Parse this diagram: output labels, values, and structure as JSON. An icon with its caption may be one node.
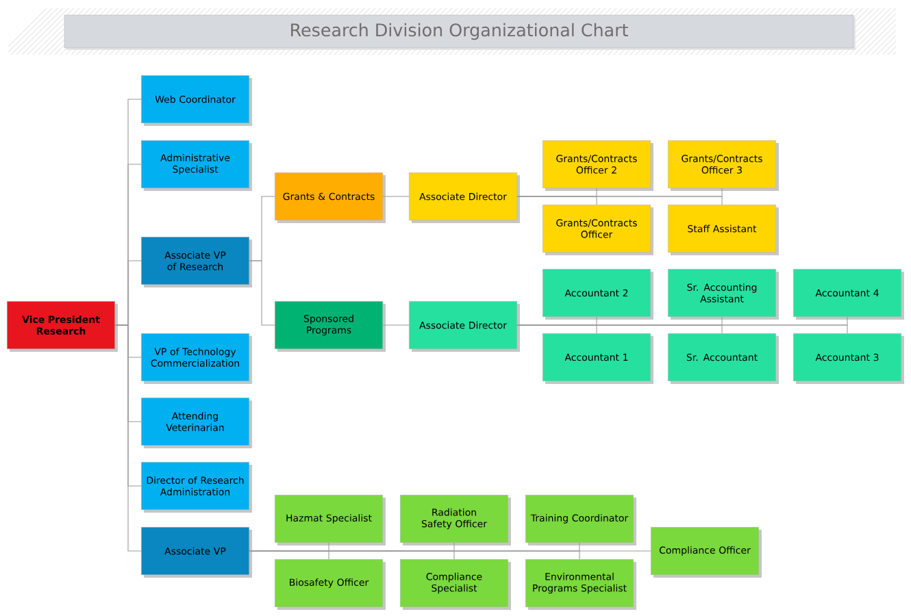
{
  "diagram": {
    "title": "Research Division Organizational Chart",
    "nodes": [
      {
        "text": [
          "Vice President Research"
        ]
      },
      {
        "text": [
          "Web Coordinator"
        ]
      },
      {
        "text": [
          "Administrative Specialist"
        ]
      },
      {
        "text": [
          "Associate VP of Research"
        ]
      },
      {
        "text": [
          "VP of Technology Commercialization"
        ]
      },
      {
        "text": [
          "Attending Veterinarian"
        ]
      },
      {
        "text": [
          "Director of Research Administration"
        ]
      },
      {
        "text": [
          "Associate VP"
        ]
      },
      {
        "text": [
          "Grants & Contracts"
        ]
      },
      {
        "text": [
          "Associate Director"
        ]
      },
      {
        "text": [
          "Grants/Contracts Officer 2"
        ]
      },
      {
        "text": [
          "Grants/Contracts Officer 3"
        ]
      },
      {
        "text": [
          "Grants/Contracts Officer"
        ]
      },
      {
        "text": [
          "Staff Assistant"
        ]
      },
      {
        "text": [
          "Sponsored Programs"
        ]
      },
      {
        "text": [
          "Associate Director"
        ]
      },
      {
        "text": [
          "Accountant 2"
        ]
      },
      {
        "text": [
          "Sr. Accounting Assistant"
        ]
      },
      {
        "text": [
          "Accountant 4"
        ]
      },
      {
        "text": [
          "Accountant 1"
        ]
      },
      {
        "text": [
          "Sr. Accountant"
        ]
      },
      {
        "text": [
          "Accountant 3"
        ]
      },
      {
        "text": [
          "Hazmat Specialist"
        ]
      },
      {
        "text": [
          "Radiation Safety Officer"
        ]
      },
      {
        "text": [
          "Training Coordinator"
        ]
      },
      {
        "text": [
          "Biosafety Officer"
        ]
      },
      {
        "text": [
          "Compliance Specialist"
        ]
      },
      {
        "text": [
          "Environmental Programs Specialist"
        ]
      },
      {
        "text": [
          "Compliance Officer"
        ]
      }
    ],
    "edges": [
      {
        "from": 0,
        "to": 1,
        "arrow": "none"
      },
      {
        "from": 0,
        "to": 2,
        "arrow": "none"
      },
      {
        "from": 0,
        "to": 3,
        "arrow": "none"
      },
      {
        "from": 0,
        "to": 4,
        "arrow": "none"
      },
      {
        "from": 0,
        "to": 5,
        "arrow": "none"
      },
      {
        "from": 0,
        "to": 6,
        "arrow": "none"
      },
      {
        "from": 0,
        "to": 7,
        "arrow": "none"
      },
      {
        "from": 3,
        "to": 8,
        "arrow": "none"
      },
      {
        "from": 3,
        "to": 14,
        "arrow": "none"
      },
      {
        "from": 8,
        "to": 9,
        "arrow": "none"
      },
      {
        "from": 9,
        "to": 10,
        "arrow": "none"
      },
      {
        "from": 9,
        "to": 11,
        "arrow": "none"
      },
      {
        "from": 9,
        "to": 12,
        "arrow": "none"
      },
      {
        "from": 9,
        "to": 13,
        "arrow": "none"
      },
      {
        "from": 14,
        "to": 15,
        "arrow": "none"
      },
      {
        "from": 15,
        "to": 16,
        "arrow": "none"
      },
      {
        "from": 15,
        "to": 17,
        "arrow": "none"
      },
      {
        "from": 15,
        "to": 18,
        "arrow": "none"
      },
      {
        "from": 15,
        "to": 19,
        "arrow": "none"
      },
      {
        "from": 15,
        "to": 20,
        "arrow": "none"
      },
      {
        "from": 15,
        "to": 21,
        "arrow": "none"
      },
      {
        "from": 7,
        "to": 22,
        "arrow": "none"
      },
      {
        "from": 7,
        "to": 23,
        "arrow": "none"
      },
      {
        "from": 7,
        "to": 24,
        "arrow": "none"
      },
      {
        "from": 7,
        "to": 25,
        "arrow": "none"
      },
      {
        "from": 7,
        "to": 26,
        "arrow": "none"
      },
      {
        "from": 7,
        "to": 27,
        "arrow": "none"
      },
      {
        "from": 7,
        "to": 28,
        "arrow": "none"
      }
    ]
  }
}
